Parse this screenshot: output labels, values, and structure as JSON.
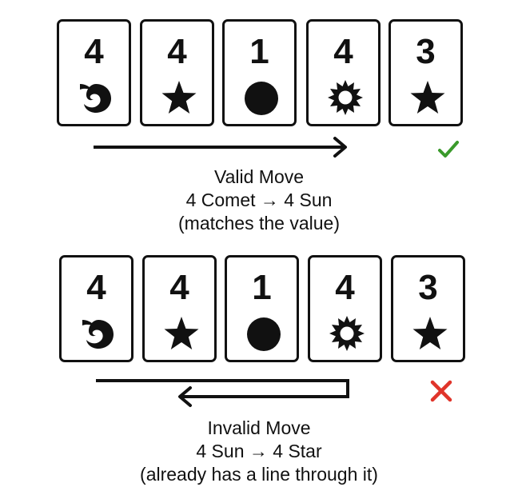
{
  "examples": [
    {
      "cards": [
        {
          "value": "4",
          "symbol": "comet-icon"
        },
        {
          "value": "4",
          "symbol": "star-icon"
        },
        {
          "value": "1",
          "symbol": "circle-icon"
        },
        {
          "value": "4",
          "symbol": "sun-icon"
        },
        {
          "value": "3",
          "symbol": "star-icon"
        }
      ],
      "result": "valid",
      "result_icon": "check-icon",
      "result_color": "#3a9a2b",
      "caption": [
        "Valid Move",
        "4 Comet → 4 Sun",
        "(matches the value)"
      ]
    },
    {
      "cards": [
        {
          "value": "4",
          "symbol": "comet-icon"
        },
        {
          "value": "4",
          "symbol": "star-icon"
        },
        {
          "value": "1",
          "symbol": "circle-icon"
        },
        {
          "value": "4",
          "symbol": "sun-icon"
        },
        {
          "value": "3",
          "symbol": "star-icon"
        }
      ],
      "result": "invalid",
      "result_icon": "cross-icon",
      "result_color": "#e0342a",
      "caption": [
        "Invalid Move",
        "4 Sun → 4 Star",
        "(already has a line through it)"
      ]
    }
  ]
}
